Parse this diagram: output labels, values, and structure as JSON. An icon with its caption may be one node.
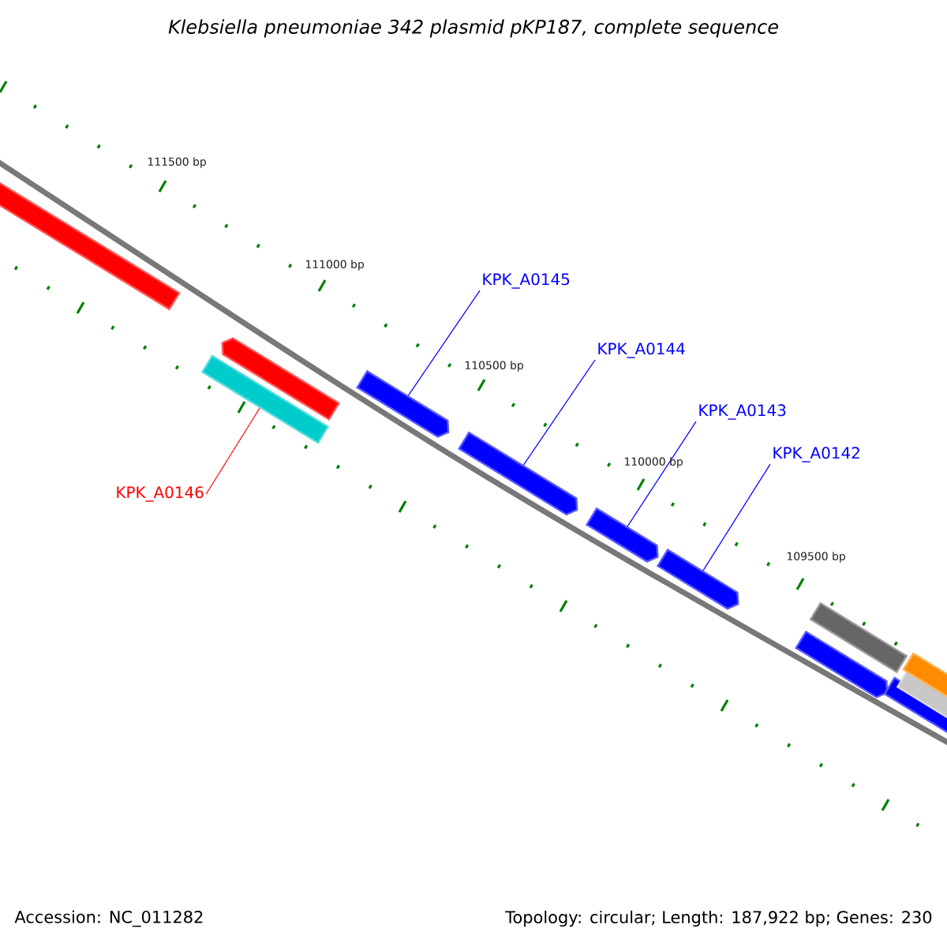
{
  "diagram": {
    "title": "Klebsiella pneumoniae 342 plasmid pKP187, complete sequence",
    "nodes": [
      {
        "text": [
          "KPK_A0145"
        ]
      },
      {
        "text": [
          "KPK_A0144"
        ]
      },
      {
        "text": [
          "KPK_A0143"
        ]
      },
      {
        "text": [
          "KPK_A0142"
        ]
      },
      {
        "text": [
          "KPK_A0146"
        ]
      },
      {
        "text": [],
        "shape": "bar"
      },
      {
        "text": [],
        "shape": "bar"
      },
      {
        "text": [],
        "shape": "bar"
      },
      {
        "text": [],
        "shape": "bar"
      },
      {
        "text": [],
        "shape": "bar"
      },
      {
        "text": [],
        "shape": "bar"
      },
      {
        "text": [],
        "shape": "bar"
      },
      {
        "text": [],
        "shape": "bar"
      },
      {
        "text": [],
        "shape": "bar"
      },
      {
        "text": [],
        "shape": "bar"
      },
      {
        "text": [],
        "shape": "bar"
      },
      {
        "text": [],
        "shape": "bar"
      }
    ],
    "edges": [
      {
        "from": 0,
        "to": 8,
        "arrow": "none"
      },
      {
        "from": 1,
        "to": 9,
        "arrow": "none"
      },
      {
        "from": 2,
        "to": 10,
        "arrow": "none"
      },
      {
        "from": 3,
        "to": 11,
        "arrow": "none"
      },
      {
        "from": 4,
        "to": 6,
        "arrow": "none",
        "color": "#ff0000"
      }
    ],
    "labels": [
      "111500 bp",
      "111000 bp",
      "110500 bp",
      "110000 bp",
      "109500 bp",
      "Accession: NC_011282",
      "Topology: circular; Length: 187,922 bp; Genes: 230"
    ]
  }
}
